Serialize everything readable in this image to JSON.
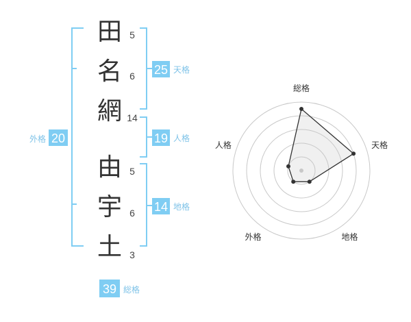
{
  "characters": [
    {
      "char": "田",
      "strokes": "5"
    },
    {
      "char": "名",
      "strokes": "6"
    },
    {
      "char": "網",
      "strokes": "14"
    },
    {
      "char": "由",
      "strokes": "5"
    },
    {
      "char": "宇",
      "strokes": "6"
    },
    {
      "char": "土",
      "strokes": "3"
    }
  ],
  "badges": {
    "tenkaku": {
      "value": "25",
      "label": "天格"
    },
    "jinkaku": {
      "value": "19",
      "label": "人格"
    },
    "chikaku": {
      "value": "14",
      "label": "地格"
    },
    "gaikaku": {
      "value": "20",
      "label": "外格"
    },
    "soukaku": {
      "value": "39",
      "label": "総格"
    }
  },
  "colors": {
    "accent": "#7fcdf3",
    "text": "#333333"
  },
  "chart_data": {
    "type": "radar",
    "axes": [
      "総格",
      "天格",
      "地格",
      "外格",
      "人格"
    ],
    "values": [
      4.5,
      4,
      1,
      1,
      1
    ],
    "max": 5,
    "rings": 5
  }
}
